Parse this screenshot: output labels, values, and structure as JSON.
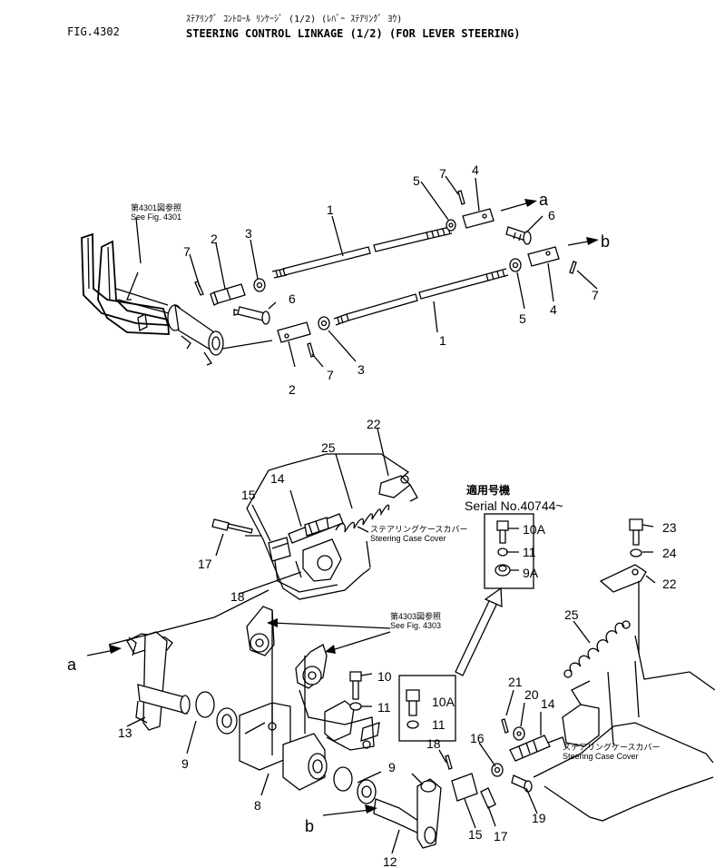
{
  "header": {
    "fig_number": "FIG.4302",
    "title_katakana": "ｽﾃｱﾘﾝｸﾞ ｺﾝﾄﾛｰﾙ ﾘﾝｹｰｼﾞ (1/2) (ﾚﾊﾞｰ ｽﾃｱﾘﾝｸﾞ ﾖｳ)",
    "title_english": "STEERING CONTROL LINKAGE (1/2) (FOR LEVER STEERING)"
  },
  "references": {
    "see_4301_jp": "第4301図参照",
    "see_4301_en": "See Fig. 4301",
    "see_4303_jp": "第4303図参照",
    "see_4303_en": "See Fig. 4303",
    "steering_case_cover_jp": "ステアリングケースカバー",
    "steering_case_cover_en": "Steering Case Cover"
  },
  "serial_note": {
    "heading": "適用号機",
    "serial": "Serial No.40744~"
  },
  "arrow_labels": {
    "a": "a",
    "b": "b"
  },
  "part_numbers": {
    "p1": "1",
    "p2": "2",
    "p3": "3",
    "p4": "4",
    "p5": "5",
    "p6": "6",
    "p7": "7",
    "p8": "8",
    "p9": "9",
    "p9a": "9A",
    "p10": "10",
    "p10a": "10A",
    "p11": "11",
    "p12": "12",
    "p13": "13",
    "p14": "14",
    "p15": "15",
    "p16": "16",
    "p17": "17",
    "p18": "18",
    "p19": "19",
    "p20": "20",
    "p21": "21",
    "p22": "22",
    "p23": "23",
    "p24": "24",
    "p25": "25"
  }
}
